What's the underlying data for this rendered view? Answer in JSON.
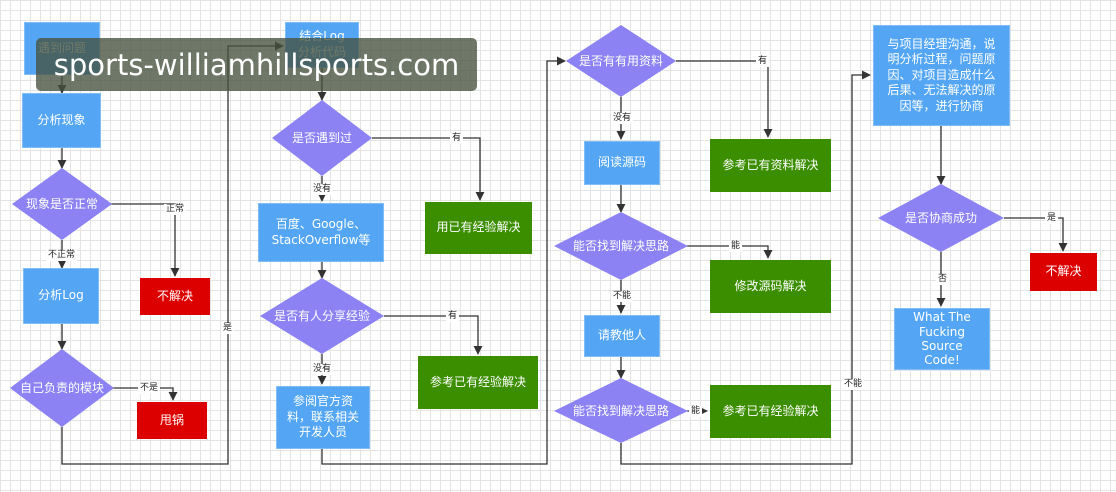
{
  "nodes": {
    "n_meet_problem": "遇到问题",
    "n_analyze_symptom": "分析现象",
    "d_symptom_normal": "现象是否正常",
    "n_analyze_log": "分析Log",
    "n_no_solve_1": "不解决",
    "d_own_module": "自己负责的模块",
    "n_blame": "甩锅",
    "n_log_code": "结合Log\n分析代码",
    "d_seen_before": "是否遇到过",
    "n_search": "百度、Google、\nStackOverflow等",
    "n_use_experience": "用已有经验解决",
    "d_shared_experience": "是否有人分享经验",
    "n_official_docs": "参阅官方资\n料，联系相关\n开发人员",
    "n_ref_experience_1": "参考已有经验解决",
    "d_useful_material": "是否有有用资料",
    "n_read_source": "阅读源码",
    "n_ref_material": "参考已有资料解决",
    "d_find_idea_1": "能否找到解决思路",
    "n_modify_source": "修改源码解决",
    "n_ask_others": "请教他人",
    "d_find_idea_2": "能否找到解决思路",
    "n_ref_experience_2": "参考已有经验解决",
    "n_talk_pm": "与项目经理沟通，说\n明分析过程，问题原\n因、对项目造成什么\n后果、无法解决的原\n因等，进行协商",
    "d_negotiate": "是否协商成功",
    "n_no_solve_2": "不解决",
    "n_wtf": "What The\nFucking\nSource\nCode!"
  },
  "edge_labels": {
    "normal": "正常",
    "not_normal": "不正常",
    "not_is": "不是",
    "is": "是",
    "have_1": "有",
    "none_1": "没有",
    "have_2": "有",
    "none_2": "没有",
    "have_3": "有",
    "none_3": "没有",
    "can_1": "能",
    "cannot_1": "不能",
    "can_2": "能",
    "cannot_2": "不能",
    "yes": "是",
    "no": "否"
  },
  "colors": {
    "process": "#54a6f4",
    "decision": "#8c82f4",
    "solution": "#3a8e00",
    "terminal": "#dd0000",
    "edge": "#333333"
  },
  "watermark": "sports-williamhillsports.com"
}
